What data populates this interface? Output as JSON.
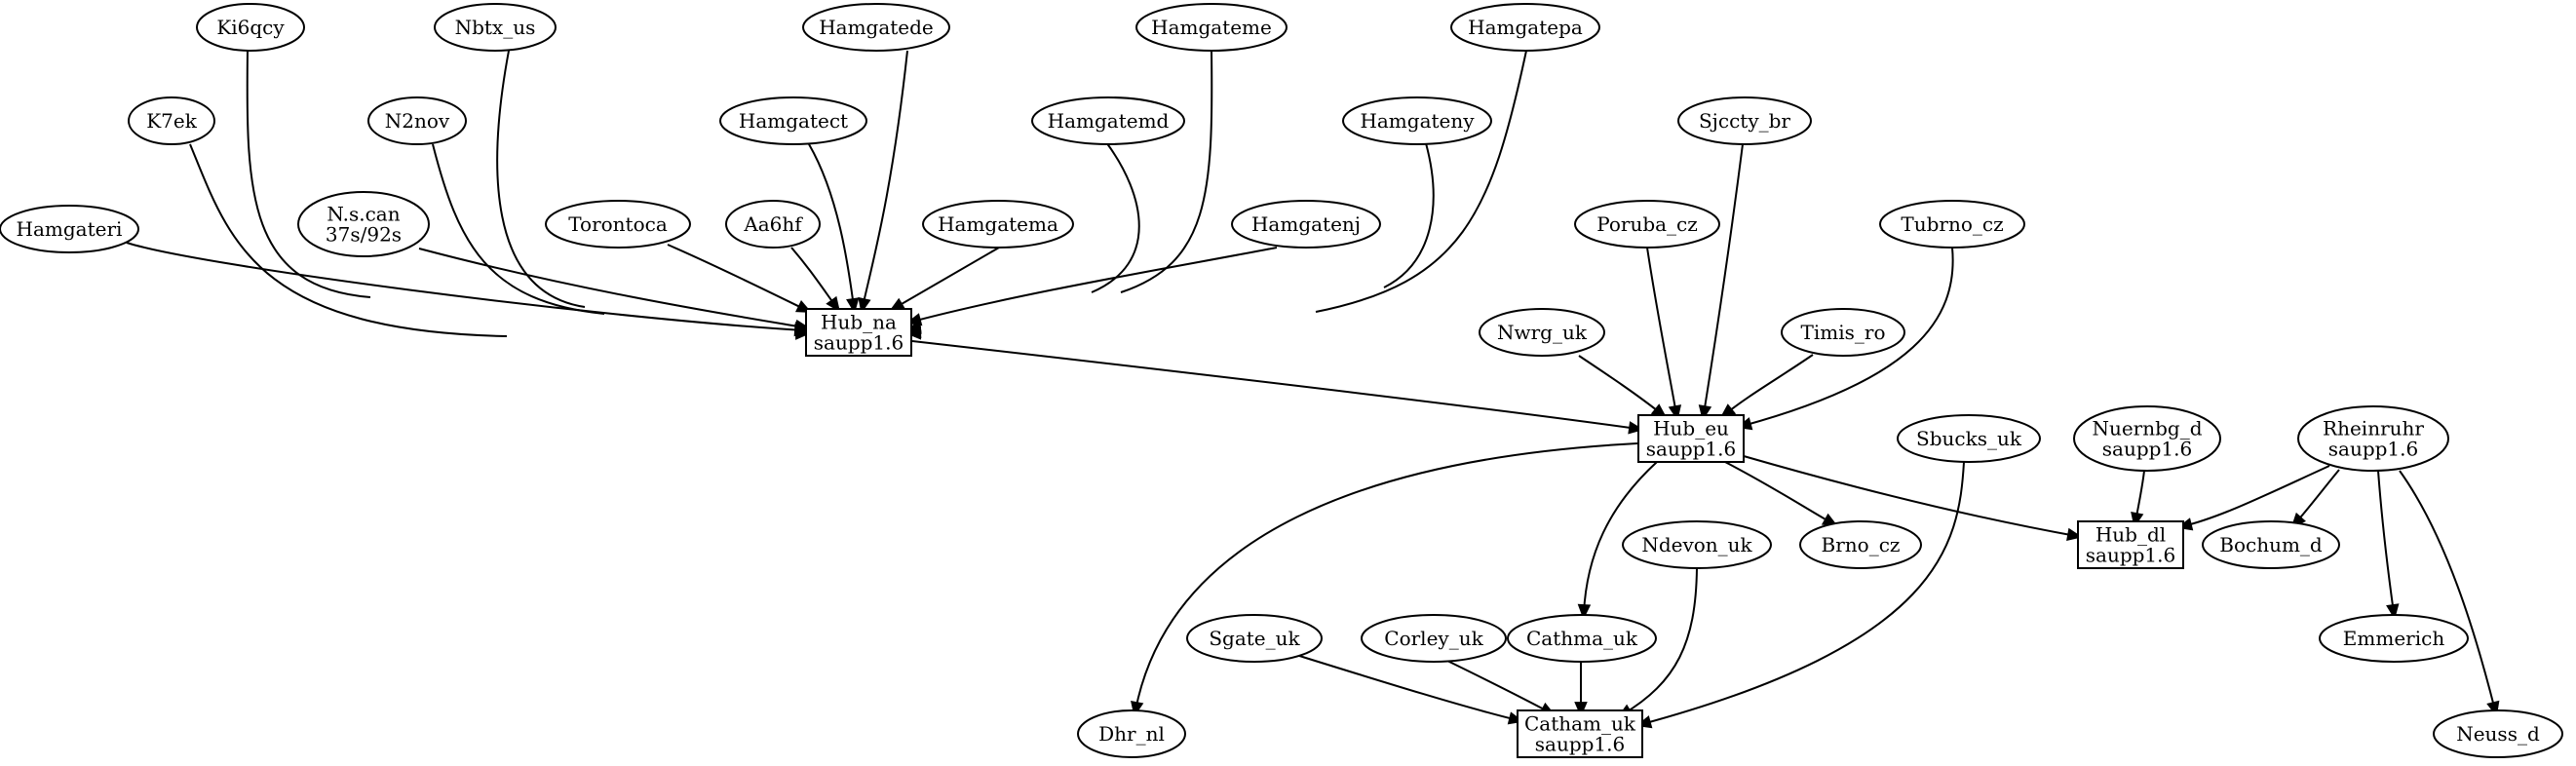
{
  "nodes": [
    {
      "id": "hamgateri",
      "label": [
        "Hamgateri"
      ],
      "shape": "ellipse"
    },
    {
      "id": "ki6qcy",
      "label": [
        "Ki6qcy"
      ],
      "shape": "ellipse"
    },
    {
      "id": "k7ek",
      "label": [
        "K7ek"
      ],
      "shape": "ellipse"
    },
    {
      "id": "nbtx_us",
      "label": [
        "Nbtx_us"
      ],
      "shape": "ellipse"
    },
    {
      "id": "n2nov",
      "label": [
        "N2nov"
      ],
      "shape": "ellipse"
    },
    {
      "id": "nscan",
      "label": [
        "N.s.can",
        "37s/92s"
      ],
      "shape": "ellipse"
    },
    {
      "id": "torontoca",
      "label": [
        "Torontoca"
      ],
      "shape": "ellipse"
    },
    {
      "id": "hamgatede",
      "label": [
        "Hamgatede"
      ],
      "shape": "ellipse"
    },
    {
      "id": "hamgatect",
      "label": [
        "Hamgatect"
      ],
      "shape": "ellipse"
    },
    {
      "id": "aa6hf",
      "label": [
        "Aa6hf"
      ],
      "shape": "ellipse"
    },
    {
      "id": "hamgateme",
      "label": [
        "Hamgateme"
      ],
      "shape": "ellipse"
    },
    {
      "id": "hamgatemd",
      "label": [
        "Hamgatemd"
      ],
      "shape": "ellipse"
    },
    {
      "id": "hamgatema",
      "label": [
        "Hamgatema"
      ],
      "shape": "ellipse"
    },
    {
      "id": "hamgatepa",
      "label": [
        "Hamgatepa"
      ],
      "shape": "ellipse"
    },
    {
      "id": "hamgateny",
      "label": [
        "Hamgateny"
      ],
      "shape": "ellipse"
    },
    {
      "id": "hamgatenj",
      "label": [
        "Hamgatenj"
      ],
      "shape": "ellipse"
    },
    {
      "id": "hub_na",
      "label": [
        "Hub_na",
        "saupp1.6"
      ],
      "shape": "box"
    },
    {
      "id": "sjccty_br",
      "label": [
        "Sjccty_br"
      ],
      "shape": "ellipse"
    },
    {
      "id": "poruba_cz",
      "label": [
        "Poruba_cz"
      ],
      "shape": "ellipse"
    },
    {
      "id": "tubrno_cz",
      "label": [
        "Tubrno_cz"
      ],
      "shape": "ellipse"
    },
    {
      "id": "nwrg_uk",
      "label": [
        "Nwrg_uk"
      ],
      "shape": "ellipse"
    },
    {
      "id": "timis_ro",
      "label": [
        "Timis_ro"
      ],
      "shape": "ellipse"
    },
    {
      "id": "hub_eu",
      "label": [
        "Hub_eu",
        "saupp1.6"
      ],
      "shape": "box"
    },
    {
      "id": "sbucks_uk",
      "label": [
        "Sbucks_uk"
      ],
      "shape": "ellipse"
    },
    {
      "id": "nuernbg_d",
      "label": [
        "Nuernbg_d",
        "saupp1.6"
      ],
      "shape": "ellipse"
    },
    {
      "id": "rheinruhr",
      "label": [
        "Rheinruhr",
        "saupp1.6"
      ],
      "shape": "ellipse"
    },
    {
      "id": "hub_dl",
      "label": [
        "Hub_dl",
        "saupp1.6"
      ],
      "shape": "box"
    },
    {
      "id": "bochum_d",
      "label": [
        "Bochum_d"
      ],
      "shape": "ellipse"
    },
    {
      "id": "brno_cz",
      "label": [
        "Brno_cz"
      ],
      "shape": "ellipse"
    },
    {
      "id": "ndevon_uk",
      "label": [
        "Ndevon_uk"
      ],
      "shape": "ellipse"
    },
    {
      "id": "cathma_uk",
      "label": [
        "Cathma_uk"
      ],
      "shape": "ellipse"
    },
    {
      "id": "sgate_uk",
      "label": [
        "Sgate_uk"
      ],
      "shape": "ellipse"
    },
    {
      "id": "corley_uk",
      "label": [
        "Corley_uk"
      ],
      "shape": "ellipse"
    },
    {
      "id": "emmerich",
      "label": [
        "Emmerich"
      ],
      "shape": "ellipse"
    },
    {
      "id": "catham_uk",
      "label": [
        "Catham_uk",
        "saupp1.6"
      ],
      "shape": "box"
    },
    {
      "id": "dhr_nl",
      "label": [
        "Dhr_nl"
      ],
      "shape": "ellipse"
    },
    {
      "id": "neuss_d",
      "label": [
        "Neuss_d"
      ],
      "shape": "ellipse"
    }
  ],
  "edges": [
    {
      "from": "hamgateri",
      "to": "hub_na"
    },
    {
      "from": "ki6qcy",
      "to": "hub_na"
    },
    {
      "from": "k7ek",
      "to": "hub_na"
    },
    {
      "from": "nbtx_us",
      "to": "hub_na"
    },
    {
      "from": "n2nov",
      "to": "hub_na"
    },
    {
      "from": "nscan",
      "to": "hub_na"
    },
    {
      "from": "torontoca",
      "to": "hub_na"
    },
    {
      "from": "hamgatede",
      "to": "hub_na"
    },
    {
      "from": "hamgatect",
      "to": "hub_na"
    },
    {
      "from": "aa6hf",
      "to": "hub_na"
    },
    {
      "from": "hamgateme",
      "to": "hub_na"
    },
    {
      "from": "hamgatemd",
      "to": "hub_na"
    },
    {
      "from": "hamgatema",
      "to": "hub_na"
    },
    {
      "from": "hamgatepa",
      "to": "hub_na"
    },
    {
      "from": "hamgateny",
      "to": "hub_na"
    },
    {
      "from": "hamgatenj",
      "to": "hub_na"
    },
    {
      "from": "hub_na",
      "to": "hub_eu"
    },
    {
      "from": "sjccty_br",
      "to": "hub_eu"
    },
    {
      "from": "poruba_cz",
      "to": "hub_eu"
    },
    {
      "from": "tubrno_cz",
      "to": "hub_eu"
    },
    {
      "from": "nwrg_uk",
      "to": "hub_eu"
    },
    {
      "from": "timis_ro",
      "to": "hub_eu"
    },
    {
      "from": "hub_eu",
      "to": "hub_dl"
    },
    {
      "from": "hub_eu",
      "to": "brno_cz"
    },
    {
      "from": "hub_eu",
      "to": "cathma_uk"
    },
    {
      "from": "hub_eu",
      "to": "dhr_nl"
    },
    {
      "from": "nuernbg_d",
      "to": "hub_dl"
    },
    {
      "from": "rheinruhr",
      "to": "hub_dl"
    },
    {
      "from": "rheinruhr",
      "to": "bochum_d"
    },
    {
      "from": "rheinruhr",
      "to": "emmerich"
    },
    {
      "from": "rheinruhr",
      "to": "neuss_d"
    },
    {
      "from": "sbucks_uk",
      "to": "catham_uk"
    },
    {
      "from": "ndevon_uk",
      "to": "catham_uk"
    },
    {
      "from": "cathma_uk",
      "to": "catham_uk"
    },
    {
      "from": "sgate_uk",
      "to": "catham_uk"
    },
    {
      "from": "corley_uk",
      "to": "catham_uk"
    }
  ]
}
